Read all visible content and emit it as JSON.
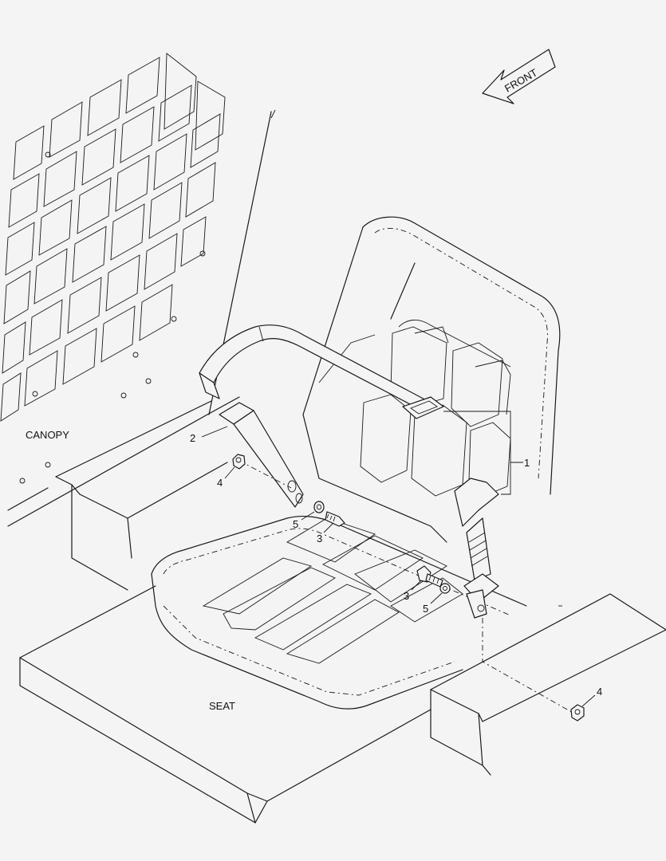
{
  "labels": {
    "front": "FRONT",
    "canopy": "CANOPY",
    "seat": "SEAT"
  },
  "callouts": {
    "c1": "1",
    "c2": "2",
    "c3a": "3",
    "c3b": "3",
    "c4a": "4",
    "c4b": "4",
    "c5a": "5",
    "c5b": "5"
  },
  "colors": {
    "background": "#f4f4f4",
    "line": "#1a1a1a"
  }
}
